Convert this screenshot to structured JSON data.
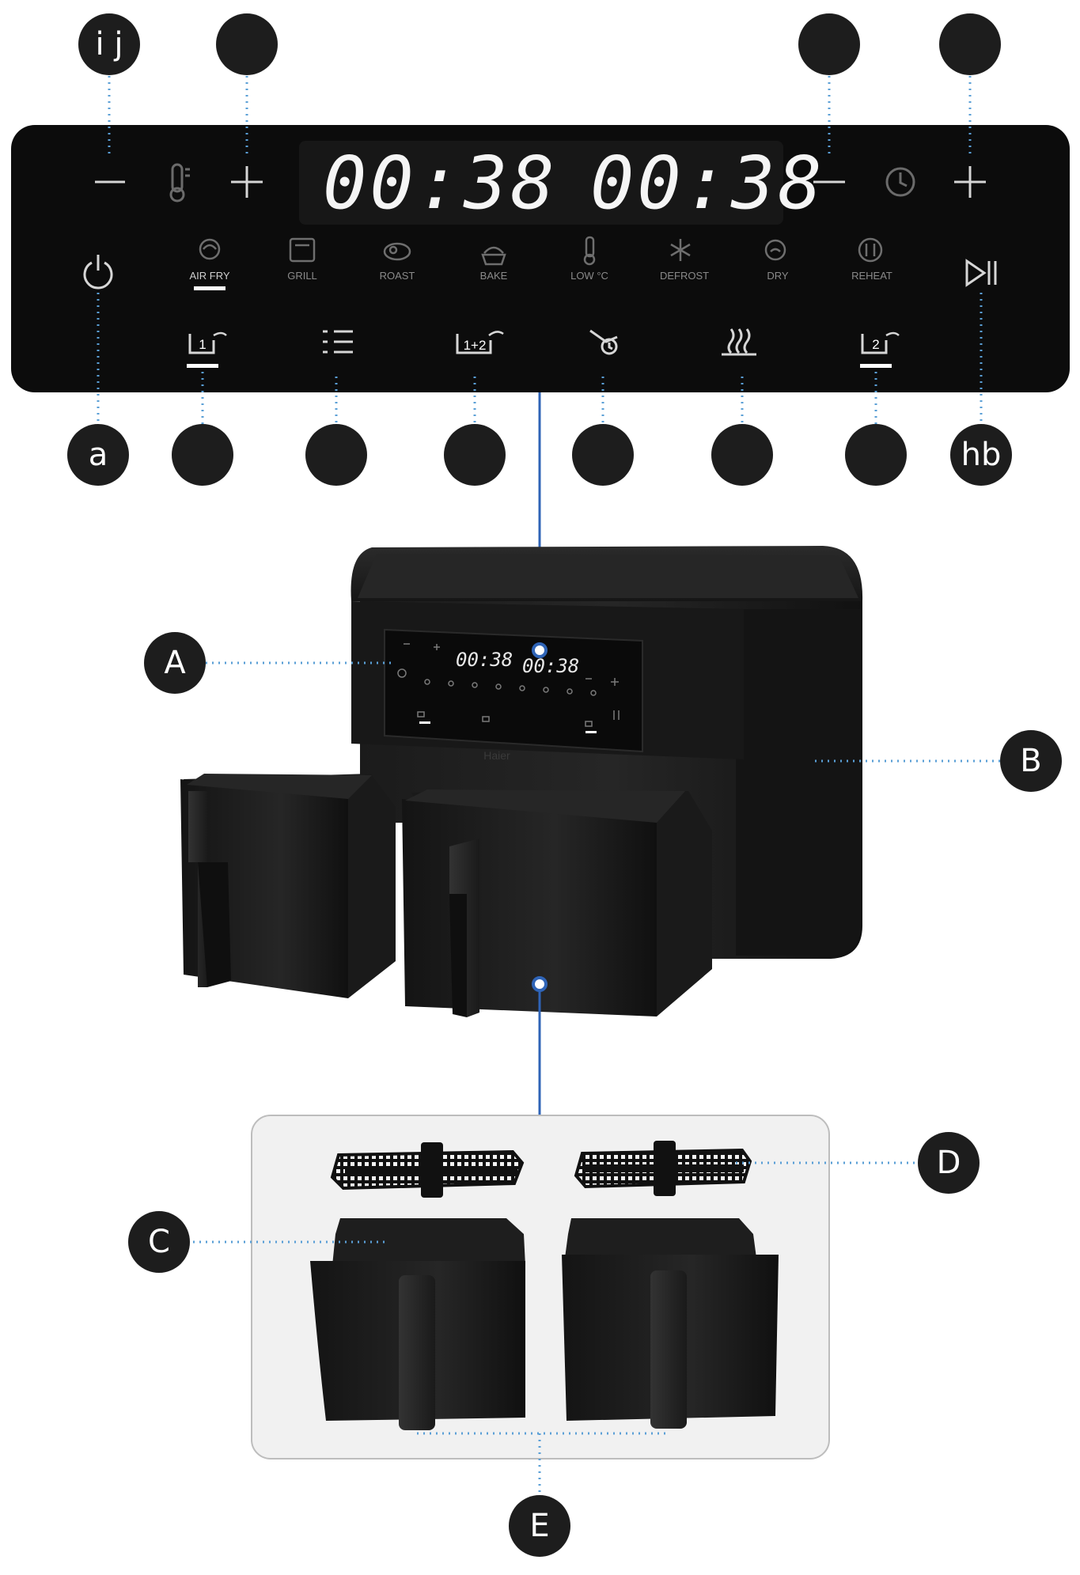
{
  "panel": {
    "timer_left": "00:38",
    "timer_right": "00:38",
    "minus": "—",
    "plus": "+",
    "modes": [
      "AIR FRY",
      "GRILL",
      "ROAST",
      "BAKE",
      "LOW °C",
      "DEFROST",
      "DRY",
      "REHEAT"
    ],
    "zone_left": "1",
    "zone_both": "1+2",
    "zone_right": "2"
  },
  "product": {
    "timer_left": "00:38",
    "timer_right": "00:38",
    "brand": "Haier"
  },
  "callouts": {
    "top_left_1": "i j",
    "top_left_2": "",
    "top_right_1": "",
    "top_right_2": "",
    "bottom_1": "a",
    "bottom_2": "",
    "bottom_3": "",
    "bottom_4": "",
    "bottom_5": "",
    "bottom_6": "",
    "bottom_7": "",
    "bottom_8": "hb",
    "A": "A",
    "B": "B",
    "C": "C",
    "D": "D",
    "E": "E"
  },
  "colors": {
    "callout_bg": "#1d1d1d",
    "leader_line": "#2f64b7",
    "dotted_leader": "#5a9fd6",
    "panel_bg": "#0c0c0c",
    "active_indicator": "#ffffff"
  }
}
